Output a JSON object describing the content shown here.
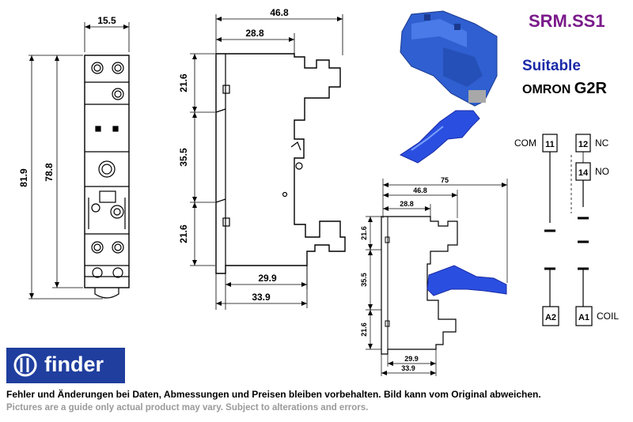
{
  "product": {
    "code": "SRM.SS1",
    "suitable_label": "Suitable",
    "brand": "OMRON",
    "model": "G2R"
  },
  "front_view": {
    "width": "15.5",
    "height_outer": "81.9",
    "height_inner": "78.8"
  },
  "side_view": {
    "width_total": "46.8",
    "width_upper": "28.8",
    "section_top": "21.6",
    "section_mid": "35.5",
    "section_bottom": "21.6",
    "base_inner": "29.9",
    "base_outer": "33.9"
  },
  "side_view_small": {
    "width_overall": "75",
    "width_total": "46.8",
    "width_upper": "28.8",
    "section_top": "21.6",
    "section_mid": "35.5",
    "section_bottom": "21.6",
    "base_inner": "29.9",
    "base_outer": "33.9"
  },
  "wiring": {
    "com_label": "COM",
    "com_pin": "11",
    "nc_label": "NC",
    "nc_pin": "12",
    "no_label": "NO",
    "no_pin": "14",
    "a2_pin": "A2",
    "a1_pin": "A1",
    "coil_label": "COIL"
  },
  "logo": {
    "text": "finder"
  },
  "footer": {
    "disclaimer_de": "Fehler und Änderungen bei Daten, Abmessungen und Preisen bleiben vorbehalten. Bild kann vom Original abweichen.",
    "disclaimer_en": "Pictures are a guide only actual product may vary. Subject to alterations and errors."
  },
  "colors": {
    "title": "#7a1a8a",
    "suitable": "#1a2aa8",
    "logo_bg": "#1f3e9e",
    "socket_blue": "#2f5fd0",
    "clip_blue": "#2a4fe0"
  }
}
